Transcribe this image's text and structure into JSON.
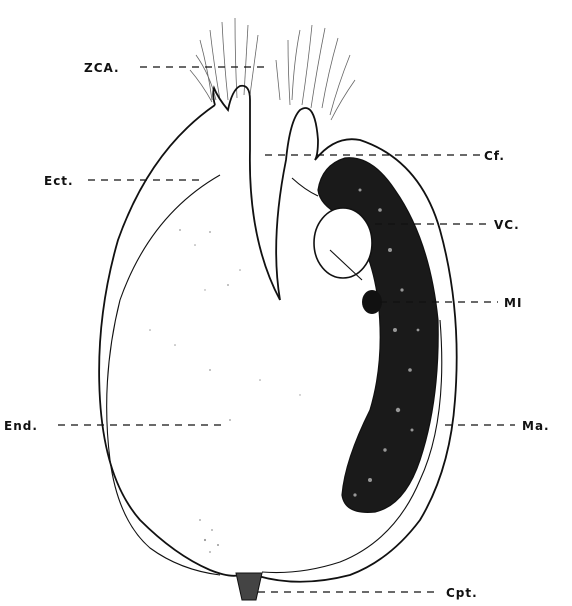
{
  "figure": {
    "labels": {
      "zca": "ZCA.",
      "ect": "Ect.",
      "end": "End.",
      "cf": "Cf.",
      "vc": "VC.",
      "mi": "MI",
      "ma": "Ma.",
      "cpt": "Cpt."
    },
    "colors": {
      "ink": "#111111",
      "background": "#ffffff"
    }
  }
}
